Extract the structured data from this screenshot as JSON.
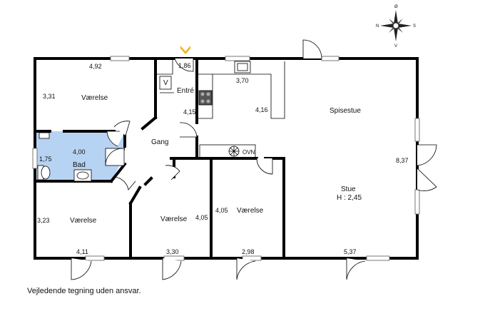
{
  "plan": {
    "rooms": {
      "vaerelse_top_left": "Værelse",
      "entre": "Entré",
      "gang": "Gang",
      "bad": "Bad",
      "spisestue": "Spisestue",
      "stue": "Stue",
      "stue_height": "H : 2,45",
      "vaerelse_bottom_left": "Værelse",
      "vaerelse_bottom_mid": "Værelse",
      "vaerelse_bottom_right": "Værelse"
    },
    "dimensions": {
      "d_492": "4,92",
      "d_331": "3,31",
      "d_186": "1,86",
      "d_370": "3,70",
      "d_415": "4,15",
      "d_416": "4,16",
      "d_400": "4,00",
      "d_175": "1,75",
      "d_837": "8,37",
      "d_323": "3,23",
      "d_405a": "4,05",
      "d_405b": "4,05",
      "d_411": "4,11",
      "d_330": "3,30",
      "d_298": "2,98",
      "d_537": "5,37"
    },
    "fixtures": {
      "oven": "OVN",
      "closet_marker": "V"
    },
    "compass": {
      "n": "N",
      "s": "S",
      "o": "Ø",
      "v": "V"
    },
    "colors": {
      "bathroom": "#b7d3f3",
      "entrance_marker": "#f0b323",
      "walls": "#000000"
    }
  },
  "caption": "Vejledende tegning uden ansvar."
}
